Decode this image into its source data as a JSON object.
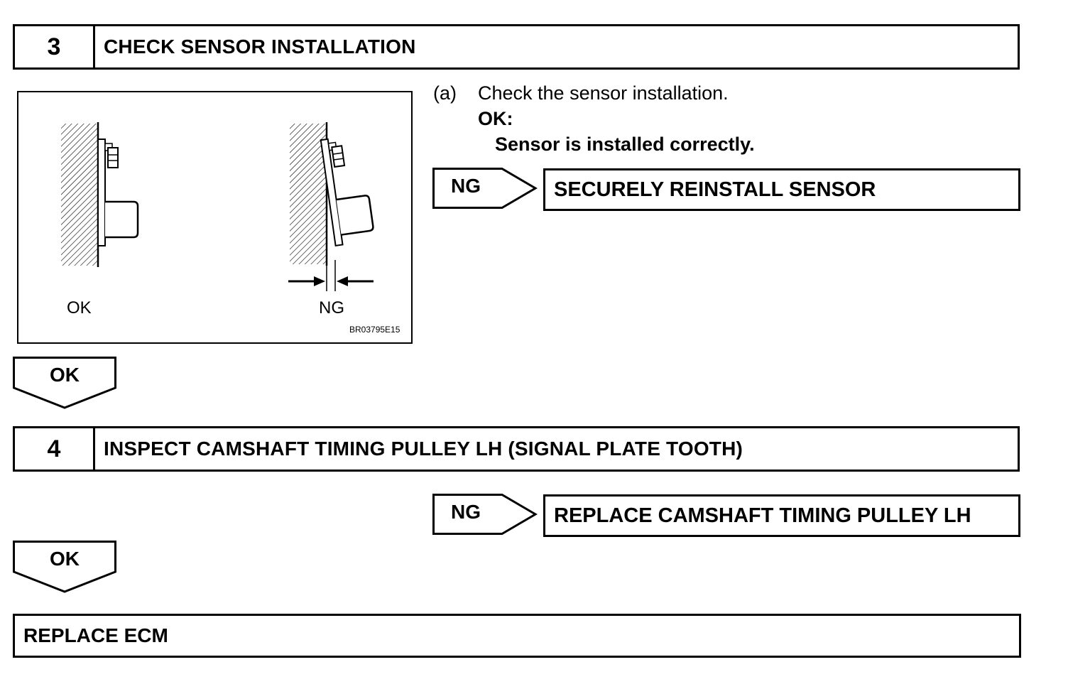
{
  "step3": {
    "number": "3",
    "title": "CHECK SENSOR INSTALLATION"
  },
  "figure": {
    "label_ok": "OK",
    "label_ng": "NG",
    "code": "BR03795E15"
  },
  "instruction": {
    "marker": "(a)",
    "text": "Check the sensor installation.",
    "ok_label": "OK:",
    "ok_text": "Sensor is installed correctly."
  },
  "branch3_ng": {
    "tag": "NG",
    "action": "SECURELY REINSTALL SENSOR"
  },
  "branch3_ok": {
    "tag": "OK"
  },
  "step4": {
    "number": "4",
    "title": "INSPECT CAMSHAFT TIMING PULLEY LH (SIGNAL PLATE TOOTH)"
  },
  "branch4_ng": {
    "tag": "NG",
    "action": "REPLACE CAMSHAFT TIMING PULLEY LH"
  },
  "branch4_ok": {
    "tag": "OK"
  },
  "final": {
    "action": "REPLACE ECM"
  }
}
